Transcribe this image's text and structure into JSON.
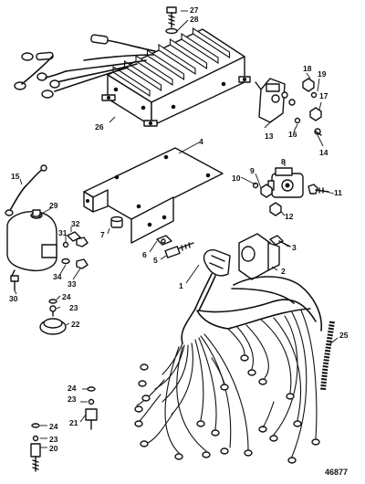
{
  "diagram": {
    "reference_number": "46877",
    "callouts": [
      "1",
      "2",
      "3",
      "4",
      "5",
      "6",
      "7",
      "8",
      "9",
      "10",
      "11",
      "12",
      "13",
      "14",
      "15",
      "16",
      "17",
      "18",
      "19",
      "20",
      "21",
      "22",
      "23",
      "24",
      "25",
      "26",
      "27",
      "28",
      "29",
      "30",
      "31",
      "32",
      "33",
      "34"
    ]
  }
}
